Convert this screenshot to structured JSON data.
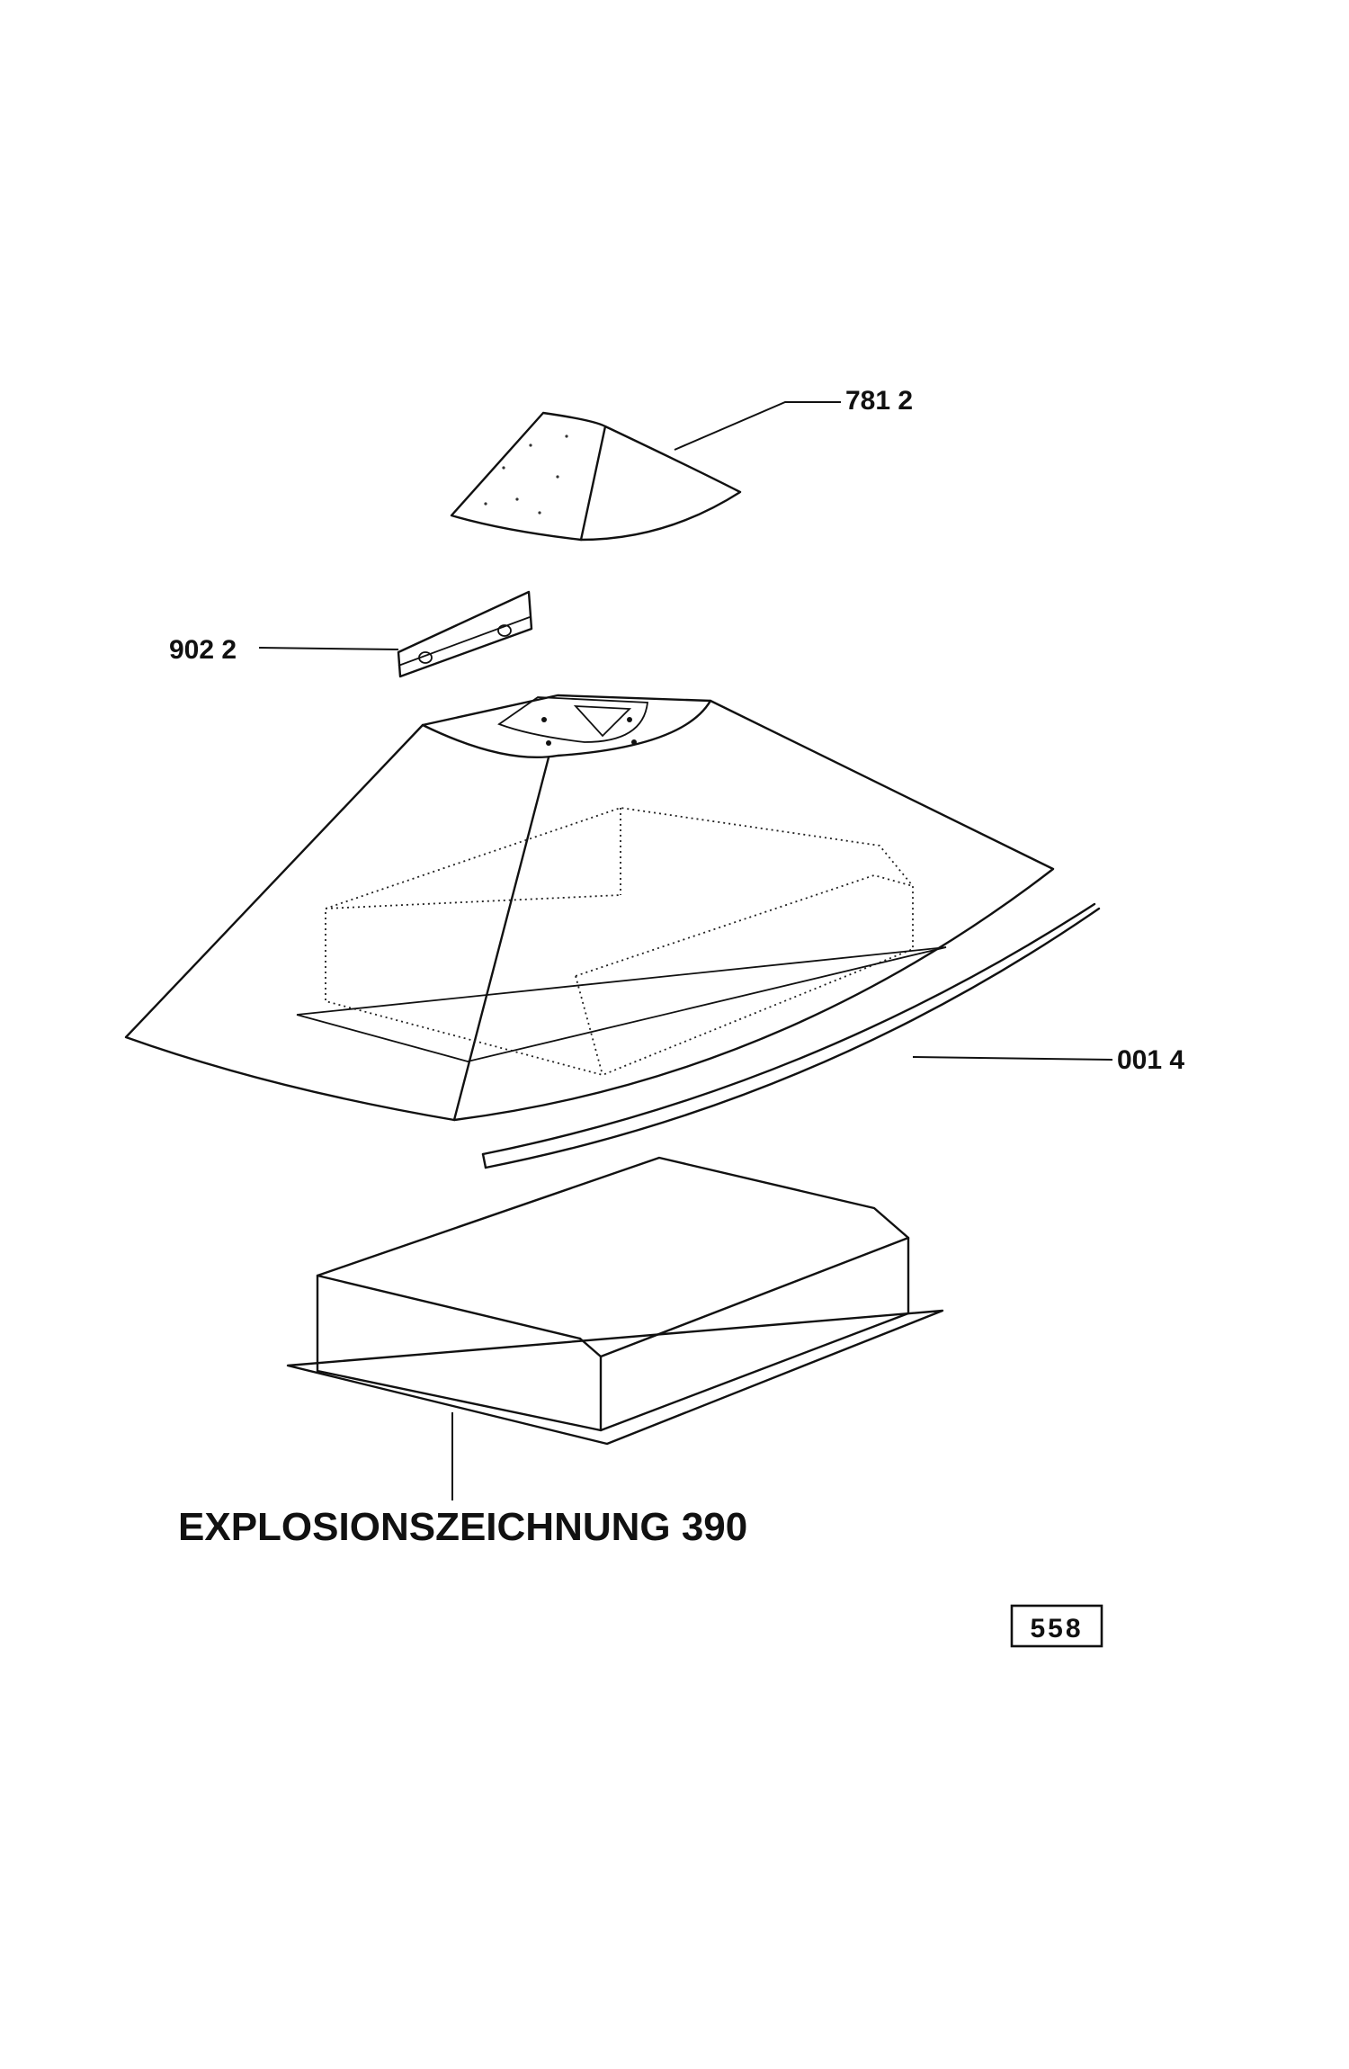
{
  "parts": [
    {
      "id": "cover-cone",
      "label": "781 2"
    },
    {
      "id": "clamp-plate",
      "label": "902 2"
    },
    {
      "id": "seal-strip",
      "label": "001 4"
    }
  ],
  "caption": "EXPLOSIONSZEICHNUNG 390",
  "page_number": "558"
}
